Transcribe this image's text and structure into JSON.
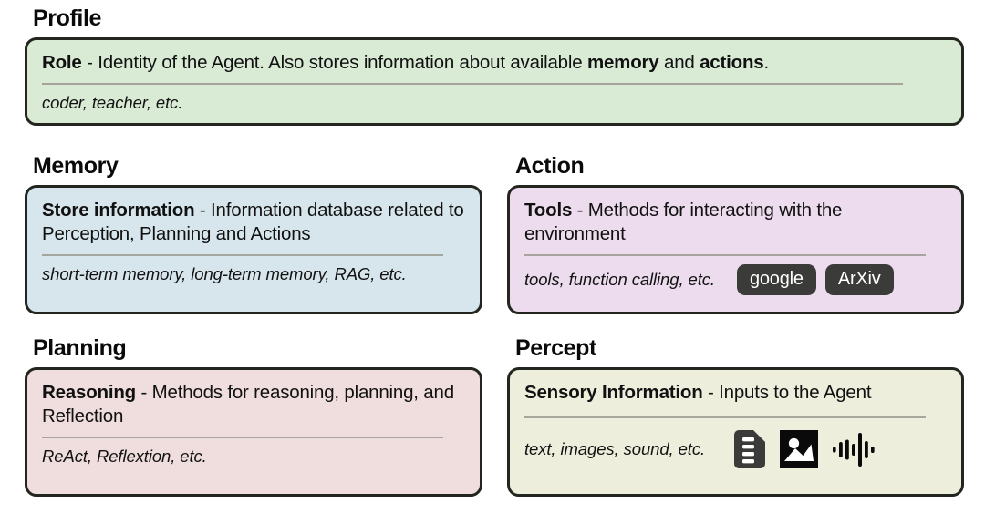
{
  "sections": [
    {
      "key": "profile",
      "title": "Profile",
      "head_bold": "Role",
      "head_rest": " - Identity of the Agent. Also stores information about available ",
      "head_bold2": "memory",
      "head_rest2": " and ",
      "head_bold3": "actions",
      "head_rest3": ".",
      "footer": "coder, teacher, etc.",
      "color": "#d9ebd5"
    },
    {
      "key": "memory",
      "title": "Memory",
      "head_bold": "Store information",
      "head_rest": " - Information database related to Perception, Planning and Actions",
      "footer": "short-term memory, long-term memory, RAG, etc.",
      "color": "#d7e6ec"
    },
    {
      "key": "action",
      "title": "Action",
      "head_bold": "Tools",
      "head_rest": " - Methods for interacting with the environment",
      "footer": "tools, function calling, etc.",
      "chips": [
        "google",
        "ArXiv"
      ],
      "color": "#eddcee"
    },
    {
      "key": "planning",
      "title": "Planning",
      "head_bold": "Reasoning",
      "head_rest": " - Methods for reasoning, planning, and Reflection",
      "footer": "ReAct, Reflextion, etc.",
      "color": "#efdedd"
    },
    {
      "key": "percept",
      "title": "Percept",
      "head_bold": "Sensory Information",
      "head_rest": " - Inputs to the Agent",
      "footer": "text, images, sound, etc.",
      "icons": [
        "document-icon",
        "image-icon",
        "audio-waveform-icon"
      ],
      "color": "#eeeedc"
    }
  ],
  "theme": {
    "border_color": "#23251f",
    "divider_color": "#9a9a90",
    "chip_bg": "#3b3b39",
    "chip_text": "#ffffff",
    "page_bg": "#ffffff",
    "text_color": "#111111"
  }
}
